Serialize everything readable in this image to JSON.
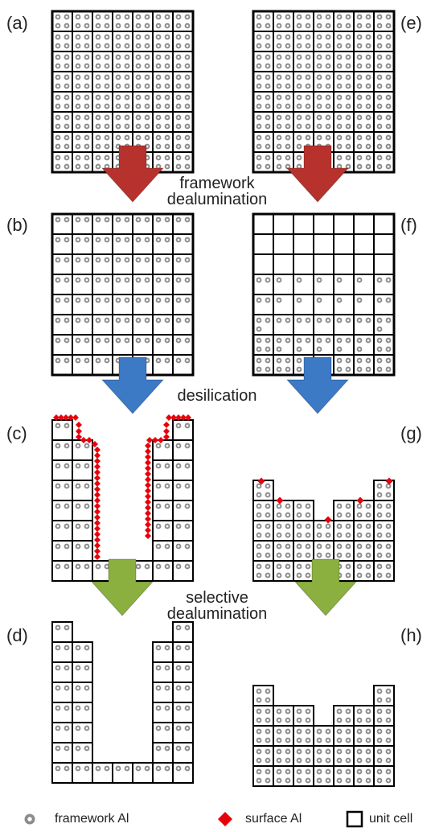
{
  "panels": {
    "a": "(a)",
    "b": "(b)",
    "c": "(c)",
    "d": "(d)",
    "e": "(e)",
    "f": "(f)",
    "g": "(g)",
    "h": "(h)"
  },
  "steps": {
    "framework_line1": "framework",
    "framework_line2": "dealumination",
    "desilication": "desilication",
    "selective_line1": "selective",
    "selective_line2": "dealumination"
  },
  "legend": {
    "framework_al": "framework Al",
    "surface_al": "surface Al",
    "unit_cell": "unit cell"
  },
  "colors": {
    "framework_al": "#8c8c8c",
    "surface_al": "#e8000b",
    "unit_cell": "#000000",
    "arrow_red": "#b8322d",
    "arrow_blue": "#3c7ac6",
    "arrow_green": "#8cb040"
  }
}
